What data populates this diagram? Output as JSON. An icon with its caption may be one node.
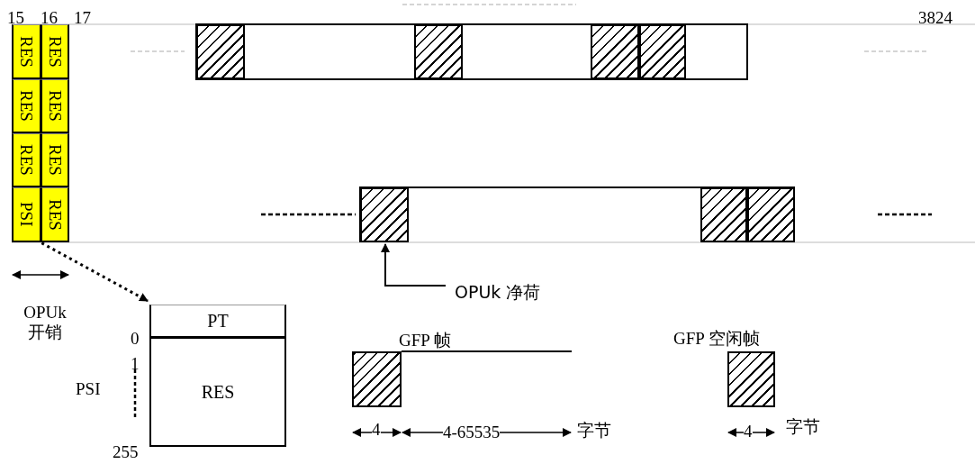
{
  "diagram": {
    "nodes": [
      {
        "text": [
          "RES"
        ]
      },
      {
        "text": [
          "RES"
        ]
      },
      {
        "text": [
          "RES"
        ]
      },
      {
        "text": [
          "RES"
        ]
      },
      {
        "text": [
          "RES"
        ]
      },
      {
        "text": [
          "RES"
        ]
      },
      {
        "text": [
          "PSI"
        ]
      },
      {
        "text": [
          "RES"
        ]
      },
      {
        "text": [
          "PT"
        ]
      },
      {
        "text": [
          "RES"
        ]
      },
      {
        "text": [
          "OPUk 净荷"
        ]
      },
      {
        "text": [],
        "shape": "box"
      }
    ],
    "edges": [
      {
        "from": 6,
        "to": 8,
        "arrow": "to",
        "style": "dashed"
      },
      {
        "from": 10,
        "to": 11,
        "arrow": "to"
      }
    ],
    "labels": [
      "15",
      "16",
      "17",
      "3824",
      "OPUk 开销",
      "0",
      "1",
      "PSI",
      "GFP 帧",
      "GFP 空闲帧",
      "4",
      "4-65535",
      "字节",
      "4",
      "字节",
      "255"
    ]
  }
}
